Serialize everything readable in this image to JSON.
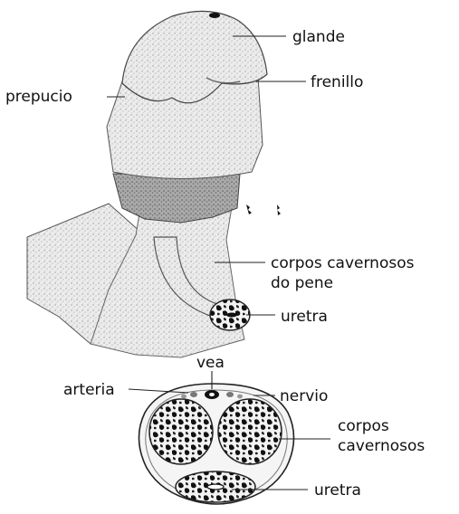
{
  "upper_figure": {
    "labels": {
      "glande": "glande",
      "frenillo": "frenillo",
      "prepucio": "prepucio",
      "corpos_line1": "corpos cavernosos",
      "corpos_line2": "do pene",
      "uretra": "uretra"
    }
  },
  "cross_section": {
    "labels": {
      "vea": "vea",
      "arteria": "arteria",
      "nervio": "nervio",
      "corpos_line1": "corpos",
      "corpos_line2": "cavernosos",
      "uretra": "uretra"
    }
  },
  "colors": {
    "ink": "#111111",
    "shade_light": "#e2e2e2",
    "shade_mid": "#bdbdbd",
    "shade_dark": "#7a7a7a",
    "tissue": "#1a1a1a"
  }
}
